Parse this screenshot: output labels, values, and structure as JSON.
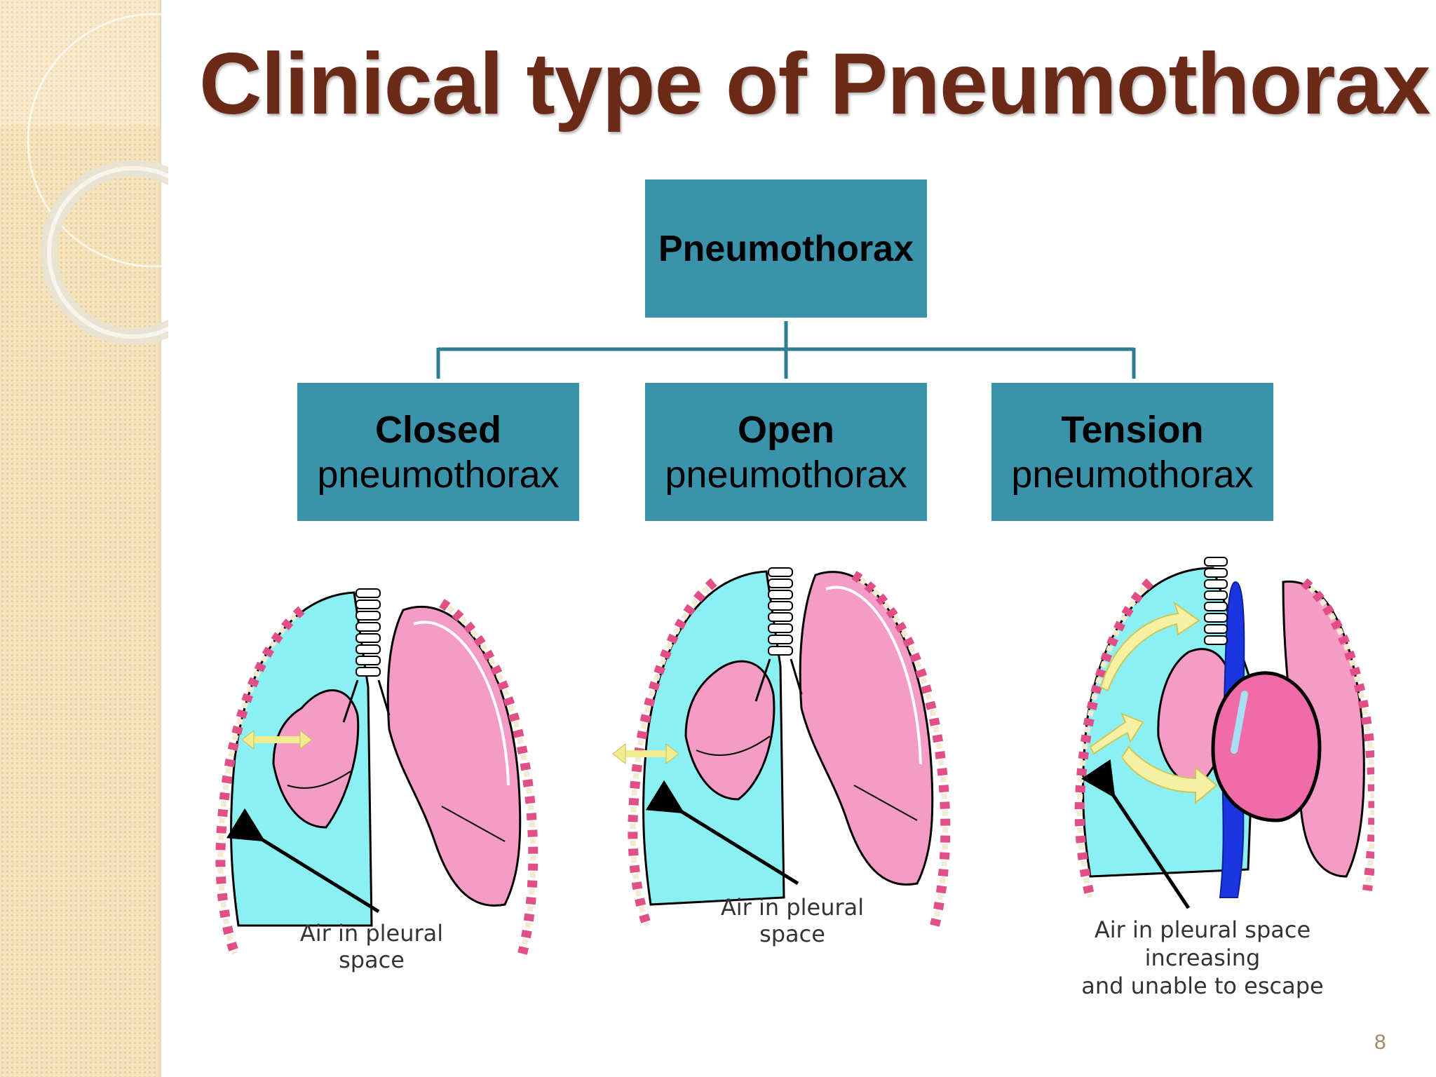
{
  "slide": {
    "title": "Clinical type of Pneumothorax",
    "page_number": "8"
  },
  "diagram": {
    "root": {
      "label": "Pneumothorax",
      "color": "#3a92ab"
    },
    "children": [
      {
        "head": "Closed",
        "sub": "pneumothorax"
      },
      {
        "head": "Open",
        "sub": "pneumothorax"
      },
      {
        "head": "Tension",
        "sub": "pneumothorax"
      }
    ],
    "connector_color": "#2f7d92"
  },
  "illustrations": [
    {
      "icon": "closed-pneumothorax-lung-icon",
      "caption": "Air in pleural space"
    },
    {
      "icon": "open-pneumothorax-lung-icon",
      "caption": "Air in pleural space"
    },
    {
      "icon": "tension-pneumothorax-lung-icon",
      "caption_line1": "Air in pleural space increasing",
      "caption_line2": "and unable to escape"
    }
  ],
  "colors": {
    "title": "#6b2a18",
    "pleural_air": "#8ceff2",
    "lung": "#f49cc5",
    "sidebar": "#f4e3bd"
  }
}
